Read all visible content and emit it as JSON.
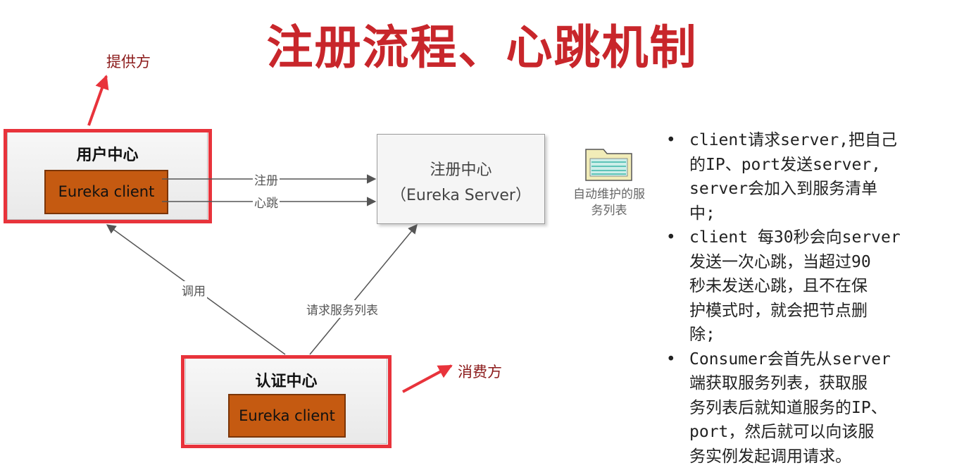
{
  "title": "注册流程、心跳机制",
  "labels": {
    "provider": "提供方",
    "consumer": "消费方"
  },
  "nodes": {
    "user_center": {
      "title": "用户中心",
      "client": "Eureka client"
    },
    "auth_center": {
      "title": "认证中心",
      "client": "Eureka client"
    },
    "registry": {
      "line1": "注册中心",
      "line2": "（Eureka Server）"
    }
  },
  "edges": {
    "register": "注册",
    "heartbeat": "心跳",
    "invoke": "调用",
    "fetch_list": "请求服务列表"
  },
  "folder": {
    "icon": "folder-icon",
    "caption_line1": "自动维护的服",
    "caption_line2": "务列表"
  },
  "notes": [
    {
      "lines": [
        "client请求server,把自己",
        "的IP、port发送server,",
        "server会加入到服务清单",
        "中;"
      ]
    },
    {
      "lines": [
        "client 每30秒会向server",
        "发送一次心跳，当超过90",
        "秒未发送心跳，且不在保",
        "护模式时，就会把节点删",
        "除;"
      ]
    },
    {
      "lines": [
        "Consumer会首先从server",
        "端获取服务列表，获取服",
        "务列表后就知道服务的IP、",
        "port，然后就可以向该服",
        "务实例发起调用请求。"
      ]
    }
  ],
  "colors": {
    "title": "#c8262b",
    "highlight": "#e8333b",
    "client_box": "#c55a11",
    "arrow": "#555555"
  }
}
